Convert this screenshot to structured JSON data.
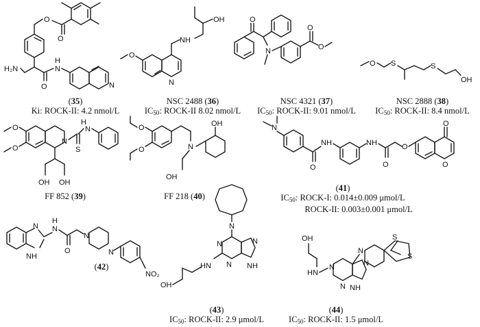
{
  "compounds": {
    "c35": {
      "label": "35",
      "activity": "Ki: ROCK-II: 4.2 nmol/L"
    },
    "c36": {
      "code": "NSC 2488",
      "label": "36",
      "activity": ": ROCK-II 8.02 nmol/L"
    },
    "c37": {
      "code": "NSC 4321",
      "label": "37",
      "activity": ": ROCK-II: 9.01 nmol/L"
    },
    "c38": {
      "code": "NSC 2888",
      "label": "38",
      "activity": ": ROCK-II: 8.4 nmol/L"
    },
    "c39": {
      "code": "FF 852",
      "label": "39"
    },
    "c40": {
      "code": "FF 218",
      "label": "40"
    },
    "c41": {
      "label": "41",
      "activity1": ": ROCK-I: 0.014±0.009 μmol/L",
      "activity2": "ROCK-II: 0.003±0.001 μmol/L"
    },
    "c42": {
      "label": "42"
    },
    "c43": {
      "label": "43",
      "activity": ": ROCK-II: 2.9 μmol/L"
    },
    "c44": {
      "label": "44",
      "activity": ": ROCK-II: 1.5 μmol/L"
    }
  },
  "ic50": {
    "main": "IC",
    "sub": "50"
  },
  "atoms": {
    "o": "O",
    "oh": "OH",
    "h2n": "H₂N",
    "n": "N",
    "h": "H",
    "nh": "NH",
    "hn": "HN",
    "s": "S",
    "no2": "NO₂",
    "nme": "N"
  }
}
